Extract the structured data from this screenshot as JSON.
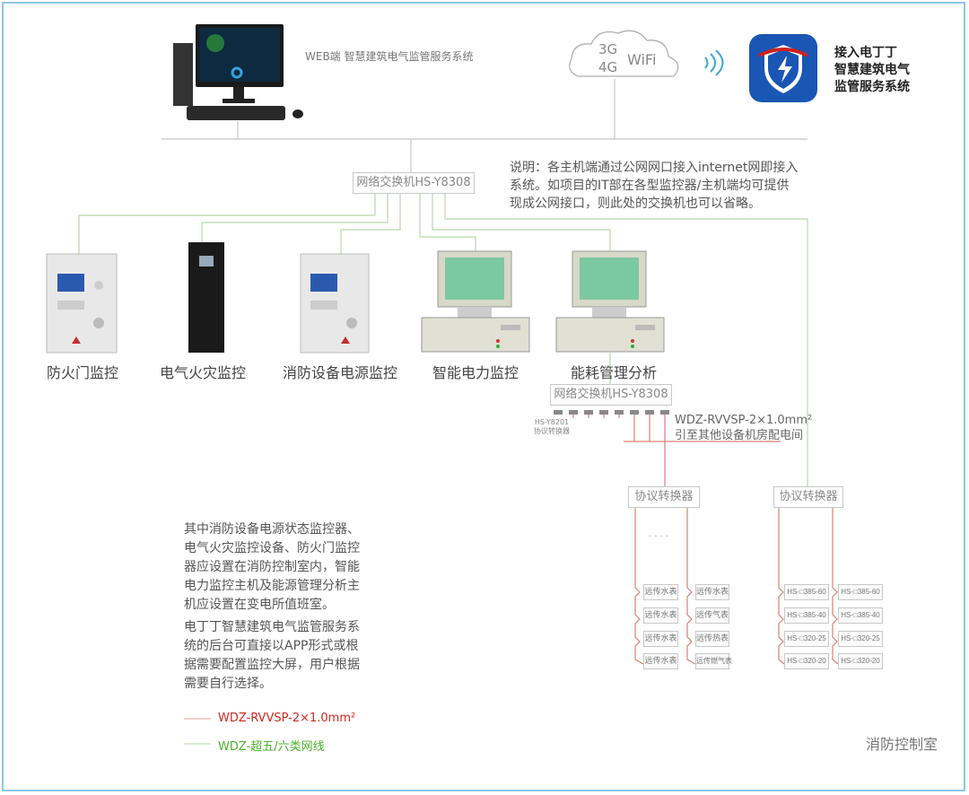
{
  "top": {
    "web_label": "WEB端 智慧建筑电气监管服务系统",
    "cloud": {
      "line1": "3G",
      "line2": "4G",
      "wifi": "WiFi"
    },
    "app_label": [
      "接入电丁丁",
      "智慧建筑电气",
      "监管服务系统"
    ]
  },
  "note_top": [
    "说明：各主机端通过公网网口接入internet网即接入",
    "系统。如项目的IT部在各型监控器/主机端均可提供",
    "现成公网接口，则此处的交换机也可以省略。"
  ],
  "switch_main": "网络交换机HS-Y8308",
  "devices": [
    {
      "label": "防火门监控"
    },
    {
      "label": "电气火灾监控"
    },
    {
      "label": "消防设备电源监控"
    },
    {
      "label": "智能电力监控"
    },
    {
      "label": "能耗管理分析"
    }
  ],
  "switch_second": "网络交换机HS-Y8308",
  "converter_small": [
    "HS-Y8201",
    "协议转换器"
  ],
  "cable_note": [
    "WDZ-RVVSP-2×1.0mm²",
    "引至其他设备机房配电间"
  ],
  "converters": [
    "协议转换器",
    "协议转换器"
  ],
  "dots": "· · · ·",
  "meters_left": [
    "远传水表",
    "远传水表",
    "远传水表",
    "远传水表"
  ],
  "meters_right": [
    "远传水表",
    "远传气表",
    "远传热表",
    "远传燃气表"
  ],
  "hs_left": [
    "HS-□385-60",
    "HS-□385-40",
    "HS-□320-25",
    "HS-□320-20"
  ],
  "hs_right": [
    "HS-□385-60",
    "HS-□385-40",
    "HS-□320-25",
    "HS-□320-20"
  ],
  "note_bottom": [
    "其中消防设备电源状态监控器、",
    "电气火灾监控设备、防火门监控",
    "器应设置在消防控制室内，智能",
    "电力监控主机及能源管理分析主",
    "机应设置在变电所值班室。"
  ],
  "note_bottom2": [
    "电丁丁智慧建筑电气监管服务系",
    "统的后台可直接以APP形式或根",
    "据需要配置监控大屏，用户根据",
    "需要自行选择。"
  ],
  "legend": [
    {
      "label": "WDZ-RVVSP-2×1.0mm²",
      "color": "#d0281e"
    },
    {
      "label": "WDZ-超五/六类网线",
      "color": "#4caf2a"
    }
  ],
  "room_label": "消防控制室",
  "colors": {
    "green_line": "#b8d8a8",
    "red_line": "#d88070",
    "gray_line": "#c8c8c8",
    "app_blue": "#1a56b4"
  }
}
